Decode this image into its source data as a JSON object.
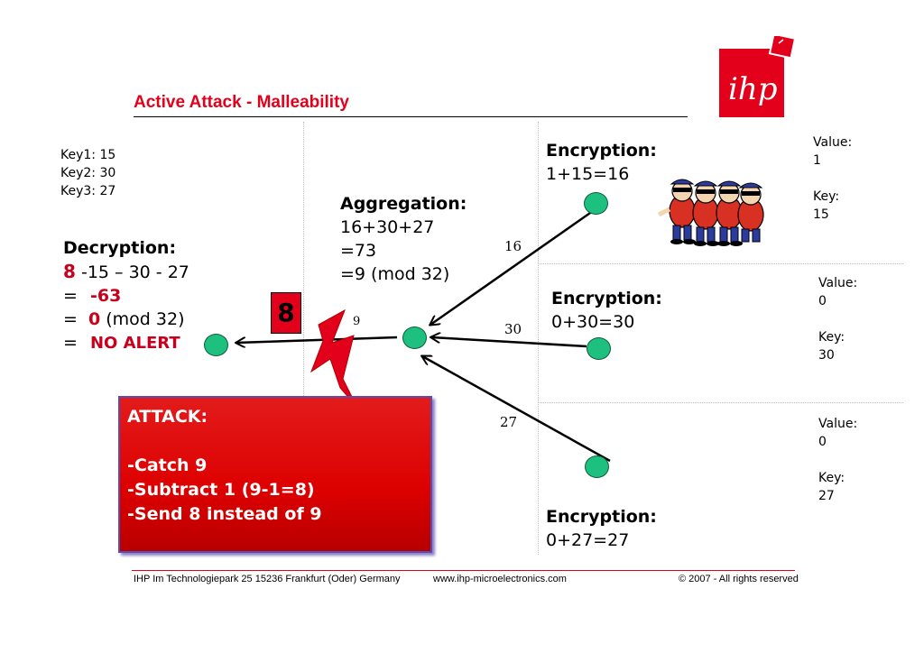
{
  "title": "Active Attack - Malleability",
  "keys": [
    "Key1: 15",
    "Key2: 30",
    "Key3: 27"
  ],
  "decryption": {
    "heading": "Decryption:",
    "line1_red": "8",
    "line1": "-15 – 30 - 27",
    "line2_prefix": "=",
    "line2_red": "-63",
    "line3_prefix": "=",
    "line3_red": "0",
    "line3": "(mod 32)",
    "line4_prefix": "=",
    "line4_red": "NO ALERT"
  },
  "aggregation": {
    "heading": "Aggregation:",
    "lines": [
      "16+30+27",
      "=73",
      "=9 (mod 32)"
    ]
  },
  "encryptions": [
    {
      "heading": "Encryption:",
      "formula": "1+15=16"
    },
    {
      "heading": "Encryption:",
      "formula": "0+30=30"
    },
    {
      "heading": "Encryption:",
      "formula": "0+27=27"
    }
  ],
  "sensors": [
    {
      "value_label": "Value:",
      "value": "1",
      "key_label": "Key:",
      "key": "15"
    },
    {
      "value_label": "Value:",
      "value": "0",
      "key_label": "Key:",
      "key": "30"
    },
    {
      "value_label": "Value:",
      "value": "0",
      "key_label": "Key:",
      "key": "27"
    }
  ],
  "edge_labels": {
    "e1": "16",
    "e2": "30",
    "e3": "27",
    "agg_out": "9"
  },
  "tampered_value": "8",
  "attack": {
    "heading": "ATTACK:",
    "items": [
      "-Catch 9",
      "-Subtract 1  (9-1=8)",
      "-Send 8 instead of 9"
    ]
  },
  "footer": {
    "address": "IHP  Im Technologiepark 25  15236 Frankfurt (Oder) Germany",
    "url": "www.ihp-microelectronics.com",
    "copyright": "© 2007 - All rights reserved"
  },
  "logo_text": "ihp",
  "colors": {
    "accent": "#e3001b",
    "node": "#1ec07f",
    "attack_box": "#d00000"
  }
}
